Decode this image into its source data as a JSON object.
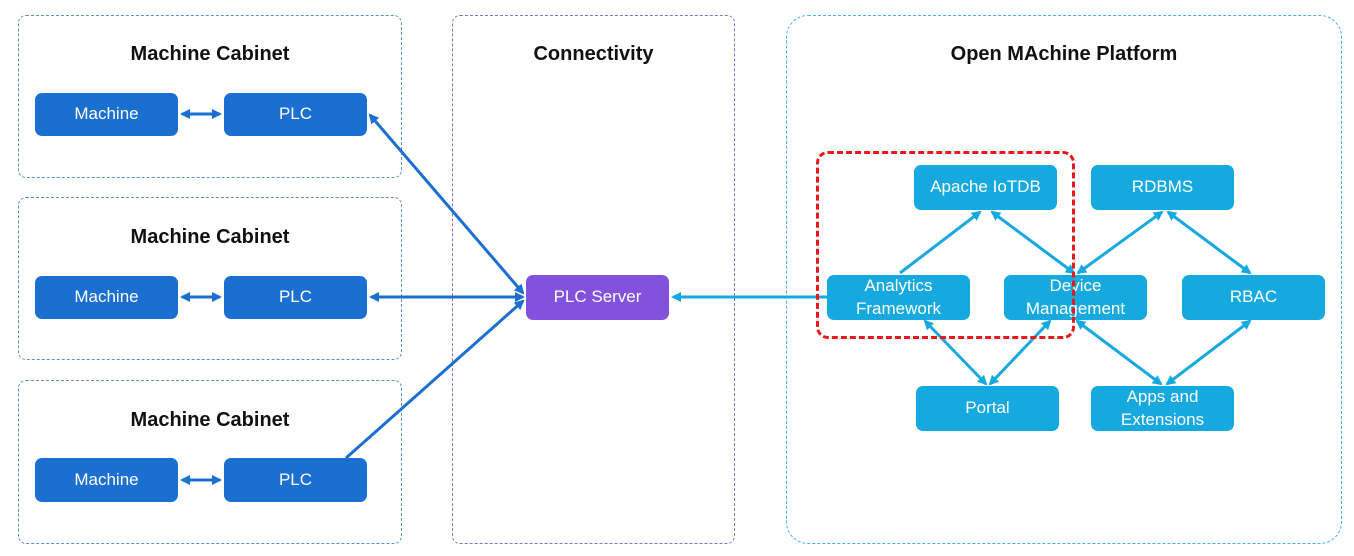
{
  "groups": {
    "cabinet_1": {
      "title": "Machine Cabinet",
      "machine": "Machine",
      "plc": "PLC"
    },
    "cabinet_2": {
      "title": "Machine Cabinet",
      "machine": "Machine",
      "plc": "PLC"
    },
    "cabinet_3": {
      "title": "Machine Cabinet",
      "machine": "Machine",
      "plc": "PLC"
    },
    "connectivity": {
      "title": "Connectivity",
      "plc_server": "PLC Server"
    },
    "platform": {
      "title": "Open MAchine Platform",
      "apache_iotdb": "Apache IoTDB",
      "rdbms": "RDBMS",
      "analytics_framework": "Analytics\nFramework",
      "device_management": "Device\nManagement",
      "rbac": "RBAC",
      "portal": "Portal",
      "apps_extensions": "Apps and\nExtensions"
    }
  },
  "colors": {
    "cabinet_node": "#1b6fd0",
    "server_node": "#8352dd",
    "platform_node": "#15a9df",
    "highlight": "#e51a1a"
  }
}
